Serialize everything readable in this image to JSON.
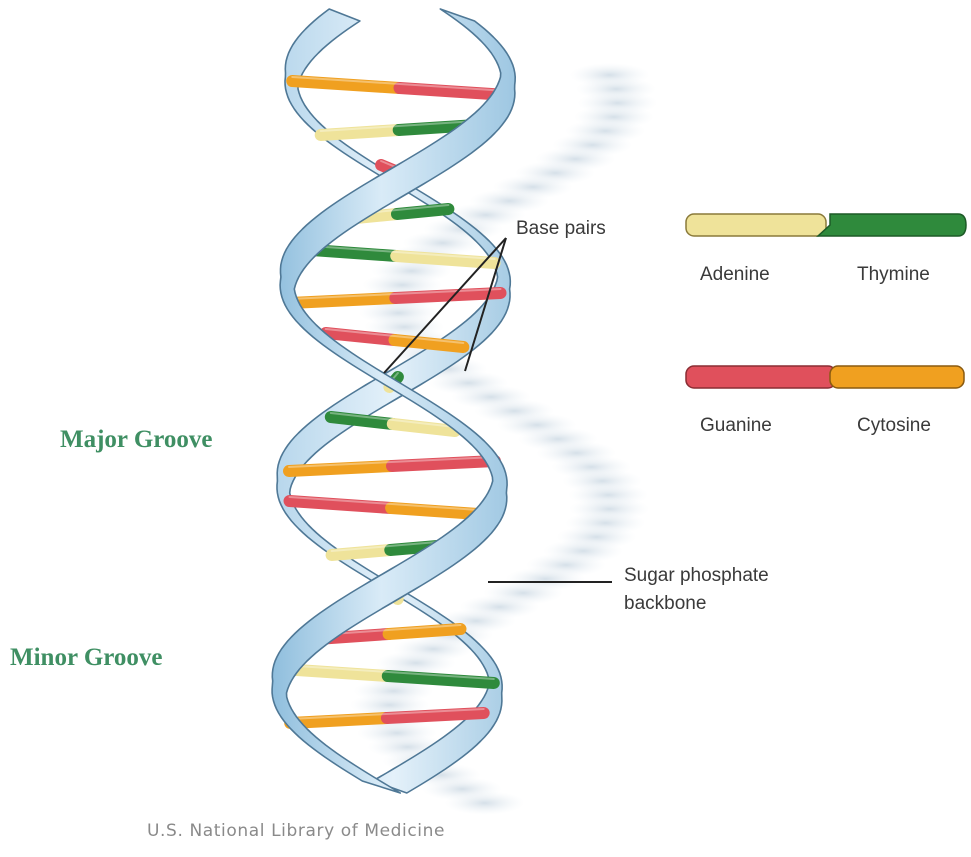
{
  "labels": {
    "base_pairs": "Base pairs",
    "backbone_line1": "Sugar phosphate",
    "backbone_line2": "backbone",
    "major_groove": "Major Groove",
    "minor_groove": "Minor Groove",
    "credit": "U.S. National Library of Medicine"
  },
  "legend": {
    "pair1": {
      "left": "Adenine",
      "right": "Thymine",
      "left_color": "#efe39a",
      "right_color": "#2f8a3c"
    },
    "pair2": {
      "left": "Guanine",
      "right": "Cytosine",
      "left_color": "#e0505c",
      "right_color": "#f0a020"
    }
  },
  "colors": {
    "backbone_light": "#d6e8f4",
    "backbone_mid": "#a9cde6",
    "backbone_edge": "#4f7896",
    "shadow": "#dbe5ec",
    "groove_text": "#3f8f63"
  },
  "base_pair_colors": [
    [
      "#f0a020",
      "#e0505c"
    ],
    [
      "#efe39a",
      "#2f8a3c"
    ],
    [
      "#e0505c",
      "#f0a020"
    ],
    [
      "#efe39a",
      "#2f8a3c"
    ],
    [
      "#2f8a3c",
      "#efe39a"
    ],
    [
      "#f0a020",
      "#e0505c"
    ],
    [
      "#e0505c",
      "#f0a020"
    ],
    [
      "#efe39a",
      "#2f8a3c"
    ],
    [
      "#2f8a3c",
      "#efe39a"
    ],
    [
      "#f0a020",
      "#e0505c"
    ],
    [
      "#e0505c",
      "#f0a020"
    ],
    [
      "#efe39a",
      "#2f8a3c"
    ],
    [
      "#2f8a3c",
      "#efe39a"
    ],
    [
      "#e0505c",
      "#f0a020"
    ],
    [
      "#efe39a",
      "#2f8a3c"
    ],
    [
      "#f0a020",
      "#e0505c"
    ]
  ]
}
